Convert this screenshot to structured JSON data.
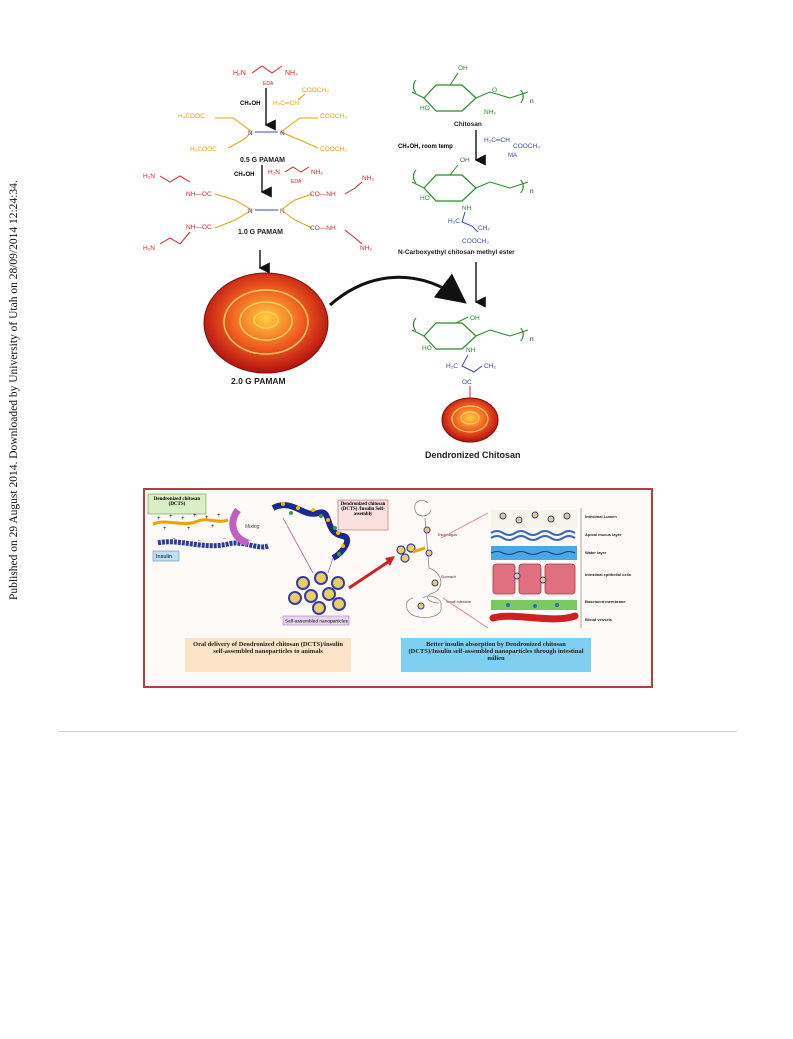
{
  "side_note": "Published on 29 August 2014. Downloaded by University of Utah on 28/09/2014 12:24:34.",
  "scheme": {
    "h2n": "H₂N",
    "nh2": "NH₂",
    "eda": "EDA",
    "ch3oh": "CH₃OH",
    "methyl_acrylate": "H₂C═CH",
    "cooch3": "COOCH₃",
    "h3cooc": "H₃COOC",
    "n": "N",
    "nh_oc": "NH—OC",
    "co_nh": "CO—NH",
    "g05": "0.5 G PAMAM",
    "g10": "1.0 G PAMAM",
    "g20": "2.0 G PAMAM",
    "oh": "OH",
    "ho": "HO",
    "o": "O",
    "nh": "NH",
    "sub_n": "n",
    "chitosan": "Chitosan",
    "step_conditions": "CH₃OH, room temp",
    "ma_formula": "H₂C═CH",
    "ma_label": "MA",
    "h2c": "H₂C",
    "ch2": "CH₂",
    "oc": "OC",
    "ester_name": "N-Carboxyethyl chitosan methyl ester",
    "final_name": "Dendronized Chitosan"
  },
  "graphic": {
    "dcts_label": "Dendronized chitosan (DCTS)",
    "insulin_label": "Insulin",
    "mixing_label": "Mixing",
    "self_assembly_label": "Dendronized chitosan (DCTS) /Insulin Self-assembly",
    "nanoparticles_label": "Self-assembled nanoparticles",
    "esophagus": "Esophagus",
    "stomach": "Stomach",
    "small_intestine": "Small Intestine",
    "lumen": "Intestinal Lumen",
    "mucus": "Apical mucus layer",
    "water": "Water layer",
    "epithelial": "Intestinal epithelial cells",
    "basement": "Basement membrane",
    "blood": "Blood vessels",
    "caption_left": "Oral delivery of Dendronized chitosan (DCTS)/insulin self-assembled nanoparticles to animals",
    "caption_right": "Better insulin absorption by Dendronized chitosan (DCTS)/Insulin self-assembled nanoparticles through intestinal milieu"
  },
  "colors": {
    "red": "#e0202a",
    "orange": "#e8a400",
    "green": "#2a8a2a",
    "blue": "#3a4ab0",
    "frame": "#b04040"
  }
}
